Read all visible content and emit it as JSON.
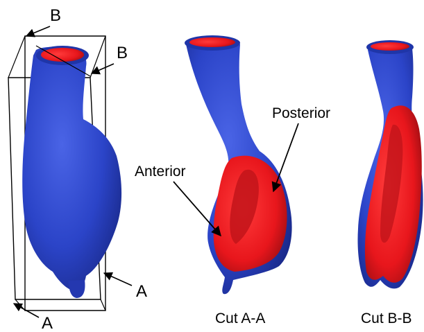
{
  "figure": {
    "section_labels": {
      "b_top_left": "B",
      "b_top_right": "B",
      "a_bottom_right": "A",
      "a_bottom_left": "A"
    },
    "annotations": {
      "anterior": "Anterior",
      "posterior": "Posterior"
    },
    "captions": {
      "cut_aa": "Cut A-A",
      "cut_bb": "Cut B-B"
    },
    "colors": {
      "vessel_wall": "#2b44c8",
      "vessel_shadow": "#1a2a8c",
      "lumen": "#e8161c",
      "lumen_shadow": "#a80f14",
      "plane_lines": "#000000"
    }
  }
}
